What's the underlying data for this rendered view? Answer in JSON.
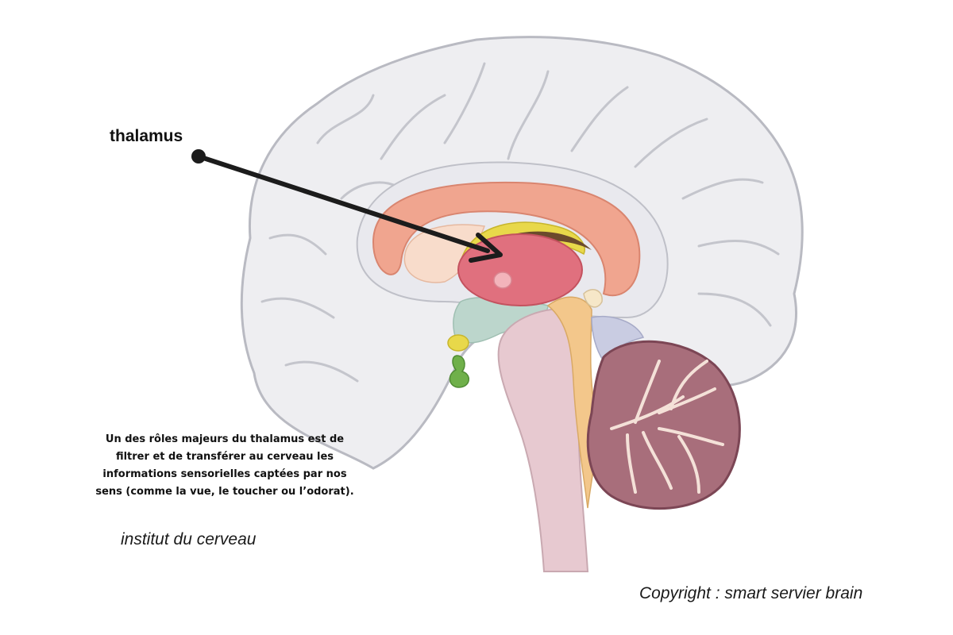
{
  "diagram": {
    "label": "thalamus",
    "caption_lines": [
      "Un des rôles majeurs du thalamus est de",
      "filtrer et de transférer au cerveau les",
      "informations sensorielles captées par nos",
      "sens (comme la vue, le toucher ou l’odorat)."
    ],
    "source": "institut du cerveau",
    "copyright": "Copyright : smart servier brain"
  },
  "colors": {
    "cortex": "#eeeef1",
    "cortex_outline": "#b9bac2",
    "corpus_callosum": "#f0a58f",
    "thalamus": "#e0707e",
    "fornix": "#e8d84a",
    "brainstem": "#e7c9d0",
    "cerebellum": "#a86e7b",
    "pituitary": "#6fb04a",
    "arrow": "#1c1c1c"
  }
}
